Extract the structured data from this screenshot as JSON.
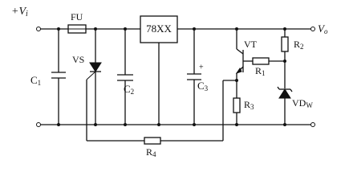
{
  "diagram": {
    "labels": {
      "vin_plus": "+",
      "vin": "V",
      "vin_sub": "i",
      "fuse": "FU",
      "ic": "78XX",
      "vout": "V",
      "vout_sub": "o",
      "transistor": "VT",
      "r1": "R",
      "r1_sub": "1",
      "r2": "R",
      "r2_sub": "2",
      "r3": "R",
      "r3_sub": "3",
      "r4": "R",
      "r4_sub": "4",
      "c1": "C",
      "c1_sub": "1",
      "c2": "C",
      "c2_sub": "2",
      "c3": "C",
      "c3_sub": "3",
      "c3_plus": "+",
      "thyristor": "VS",
      "zener": "VD",
      "zener_sub": "W"
    }
  }
}
